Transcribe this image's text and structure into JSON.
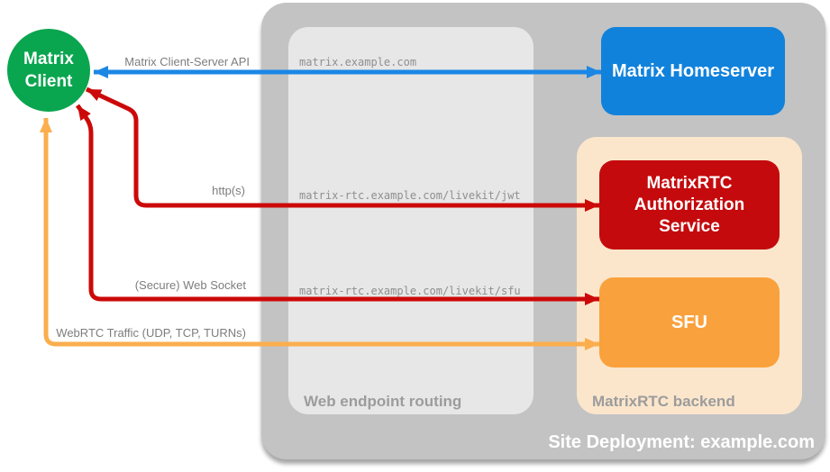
{
  "diagram": {
    "site_label": "Site Deployment: example.com",
    "routing_label": "Web endpoint routing",
    "backend_label": "MatrixRTC backend"
  },
  "nodes": {
    "client_line1": "Matrix",
    "client_line2": "Client",
    "homeserver": "Matrix Homeserver",
    "auth_service": "MatrixRTC Authorization Service",
    "sfu": "SFU"
  },
  "endpoints": [
    "matrix.example.com",
    "matrix-rtc.example.com/livekit/jwt",
    "matrix-rtc.example.com/livekit/sfu"
  ],
  "connections": [
    {
      "label": "Matrix Client-Server API",
      "from": "Matrix Client",
      "to": "Matrix Homeserver",
      "color": "#1B87E5",
      "bidirectional": true
    },
    {
      "label": "http(s)",
      "from": "Matrix Client",
      "to": "MatrixRTC Authorization Service",
      "color": "#CC0909",
      "bidirectional": true
    },
    {
      "label": "(Secure) Web Socket",
      "from": "Matrix Client",
      "to": "SFU",
      "color": "#CC0909",
      "bidirectional": true
    },
    {
      "label": "WebRTC Traffic (UDP, TCP, TURNs)",
      "from": "Matrix Client",
      "to": "SFU",
      "color": "#FBAE4E",
      "bidirectional": true
    }
  ],
  "colors": {
    "client_green": "#0AA54F",
    "homeserver_blue": "#1182DC",
    "auth_red": "#C40A0D",
    "sfu_orange": "#F9A13C",
    "backend_peach": "#FBE6CC",
    "site_gray": "#C3C3C3",
    "routing_gray": "#E7E7E7"
  }
}
